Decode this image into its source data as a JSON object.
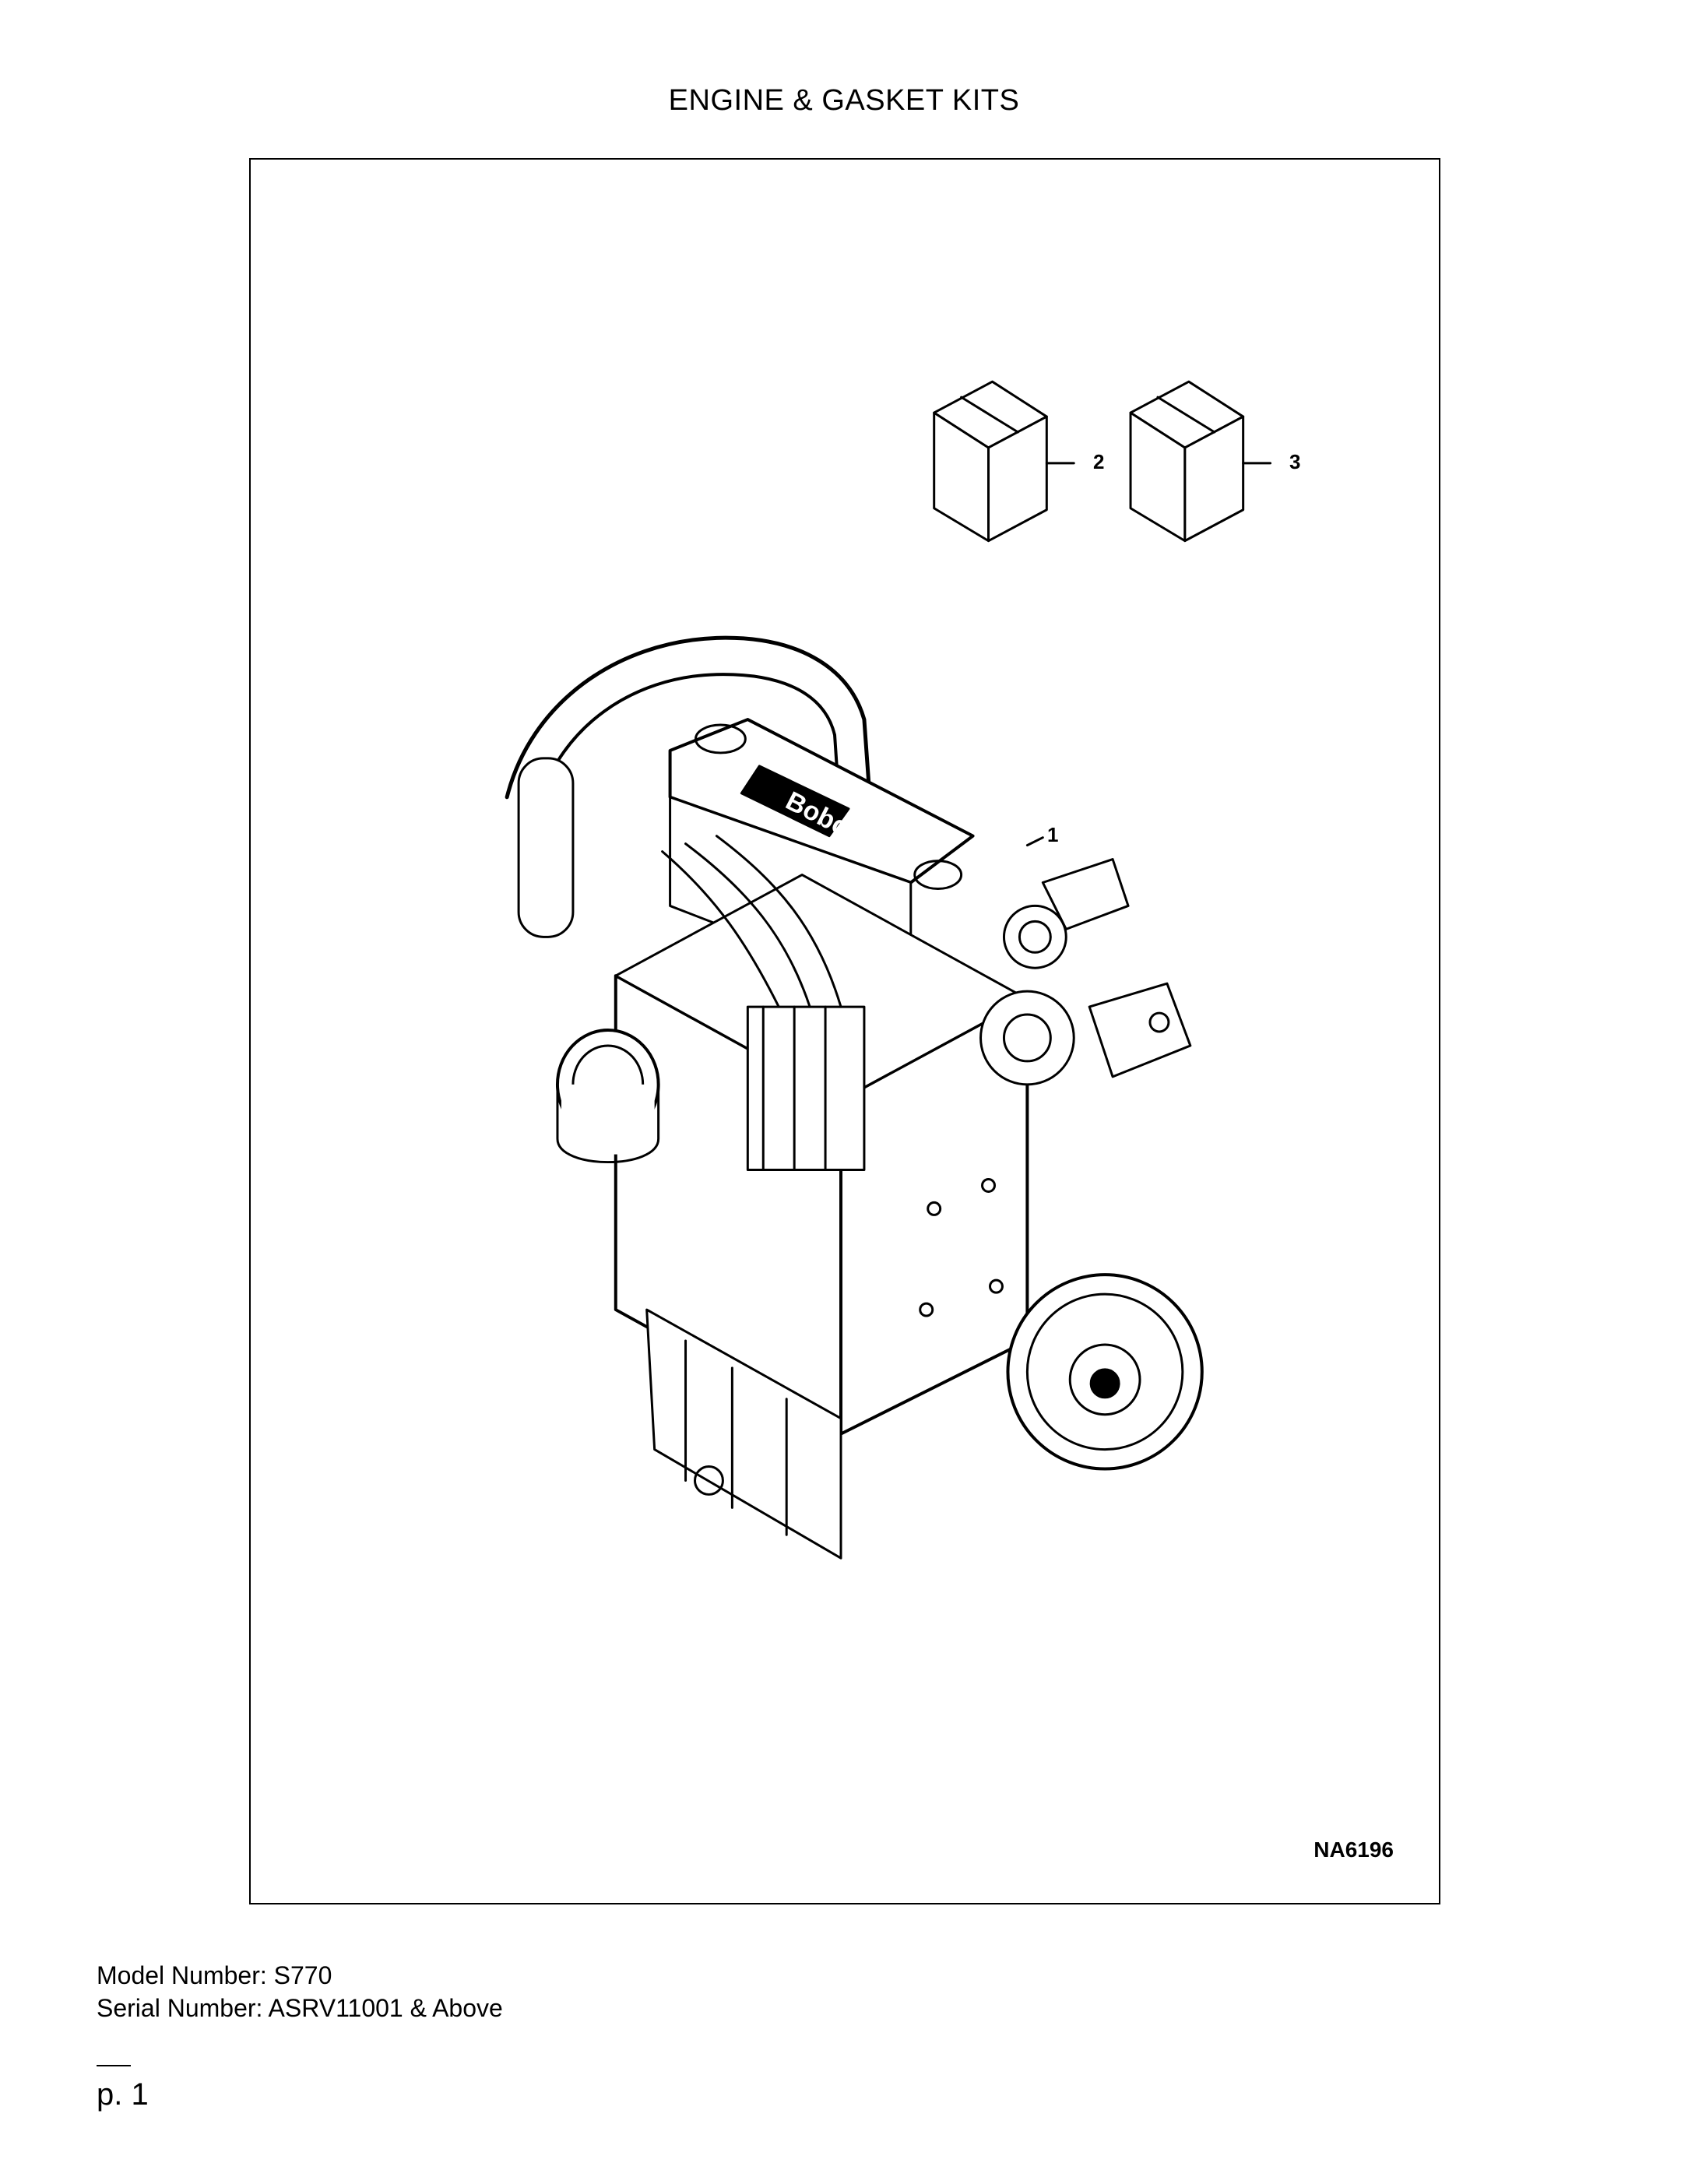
{
  "page_title": "ENGINE & GASKET KITS",
  "figure": {
    "callouts": [
      "1",
      "2",
      "3"
    ],
    "code": "NA6196",
    "logo_text": "Bobcat"
  },
  "model_info": {
    "model_line": "Model Number: S770",
    "serial_line": "Serial Number: ASRV11001 & Above"
  },
  "page_number": "p. 1"
}
